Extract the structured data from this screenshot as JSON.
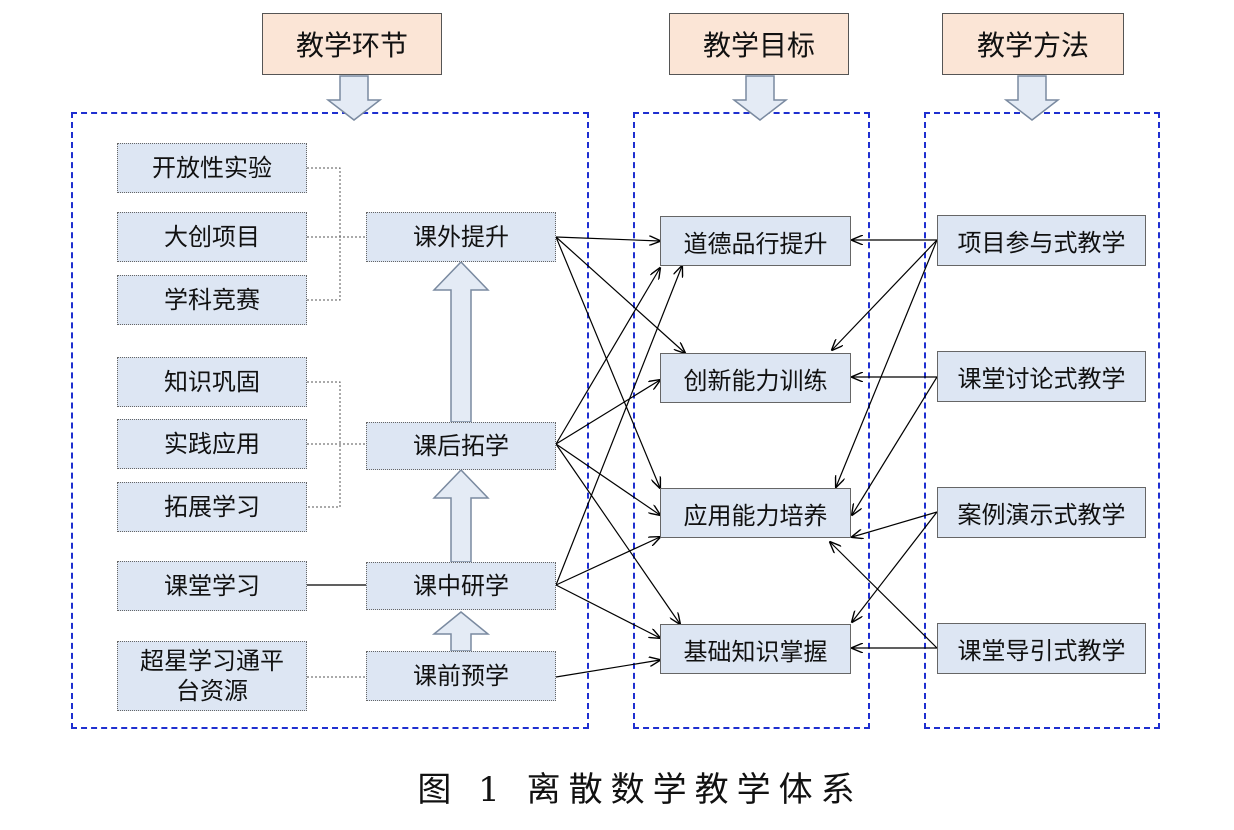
{
  "headers": {
    "link": "教学环节",
    "goal": "教学目标",
    "method": "教学方法"
  },
  "sources": {
    "s1": "开放性实验",
    "s2": "大创项目",
    "s3": "学科竞赛",
    "s4": "知识巩固",
    "s5": "实践应用",
    "s6": "拓展学习",
    "s7": "课堂学习",
    "s8a": "超星学习通平",
    "s8b": "台资源"
  },
  "stages": {
    "post_extra": "课外提升",
    "after": "课后拓学",
    "during": "课中研学",
    "before": "课前预学"
  },
  "goals": {
    "g1": "道德品行提升",
    "g2": "创新能力训练",
    "g3": "应用能力培养",
    "g4": "基础知识掌握"
  },
  "methods": {
    "m1": "项目参与式教学",
    "m2": "课堂讨论式教学",
    "m3": "案例演示式教学",
    "m4": "课堂导引式教学"
  },
  "caption": "图 1  离散数学教学体系",
  "colors": {
    "header_fill": "#fbe5d6",
    "box_fill": "#dde6f3",
    "group_border": "#1f2fd0",
    "arrow_fill": "#e4ebf5"
  }
}
